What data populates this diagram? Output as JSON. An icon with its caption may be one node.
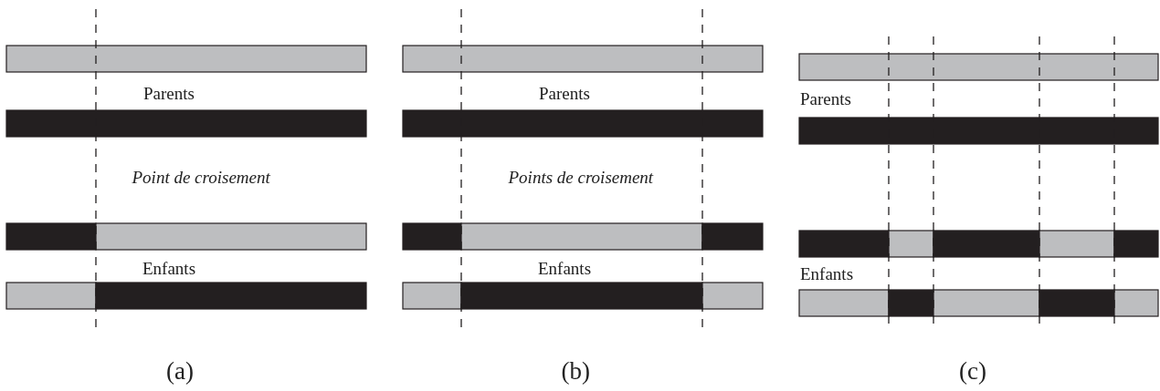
{
  "diagram": {
    "labels": [
      "Parents",
      "Point de croisement",
      "Enfants",
      "(a)",
      "Parents",
      "Points de croisement",
      "Enfants",
      "(b)",
      "Parents",
      "Enfants",
      "(c)"
    ]
  }
}
